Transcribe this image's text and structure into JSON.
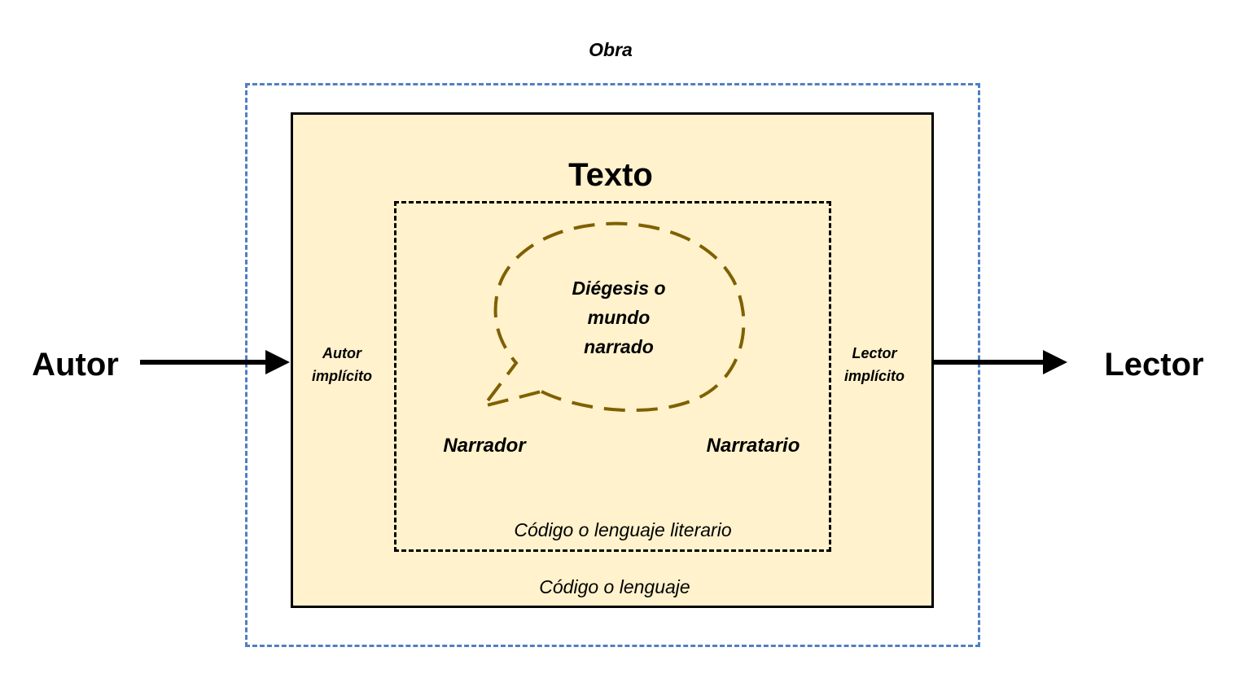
{
  "labels": {
    "obra": "Obra",
    "texto": "Texto",
    "diegesis": "Diégesis o\nmundo\nnarrado",
    "narrador": "Narrador",
    "narratario": "Narratario",
    "codigo_literario": "Código o lenguaje literario",
    "codigo": "Código o lenguaje",
    "autor_implicito": "Autor implícito",
    "lector_implicito": "Lector implícito",
    "autor": "Autor",
    "lector": "Lector"
  },
  "colors": {
    "obra_border": "#4f7fc4",
    "texto_fill": "#fff2cc",
    "bubble_stroke": "#7f6000",
    "line": "#000000"
  }
}
